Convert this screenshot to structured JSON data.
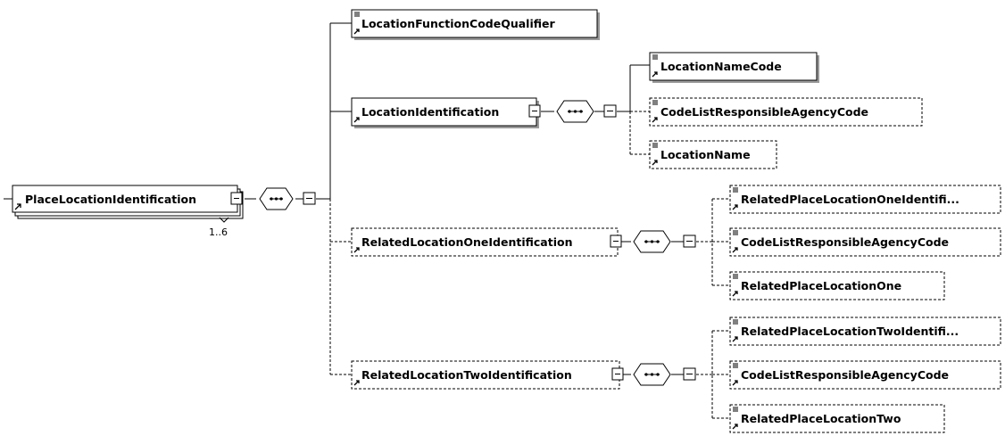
{
  "root": {
    "label": "PlaceLocationIdentification",
    "occurrence": "1..6",
    "type": "complex",
    "optional": false
  },
  "children": [
    {
      "label": "LocationFunctionCodeQualifier",
      "type": "simple",
      "optional": false
    },
    {
      "label": "LocationIdentification",
      "type": "complex",
      "optional": false,
      "children": [
        {
          "label": "LocationNameCode",
          "optional": false
        },
        {
          "label": "CodeListResponsibleAgencyCode",
          "optional": true
        },
        {
          "label": "LocationName",
          "optional": true
        }
      ]
    },
    {
      "label": "RelatedLocationOneIdentification",
      "type": "complex",
      "optional": true,
      "children": [
        {
          "label": "RelatedPlaceLocationOneIdentifi...",
          "optional": true
        },
        {
          "label": "CodeListResponsibleAgencyCode",
          "optional": true
        },
        {
          "label": "RelatedPlaceLocationOne",
          "optional": true
        }
      ]
    },
    {
      "label": "RelatedLocationTwoIdentification",
      "type": "complex",
      "optional": true,
      "children": [
        {
          "label": "RelatedPlaceLocationTwoIdentifi...",
          "optional": true
        },
        {
          "label": "CodeListResponsibleAgencyCode",
          "optional": true
        },
        {
          "label": "RelatedPlaceLocationTwo",
          "optional": true
        }
      ]
    }
  ],
  "colors": {
    "line": "#000000",
    "box_fill": "#ffffff",
    "shadow": "#9a9a9a",
    "sequence_fill": "#ffffff"
  }
}
